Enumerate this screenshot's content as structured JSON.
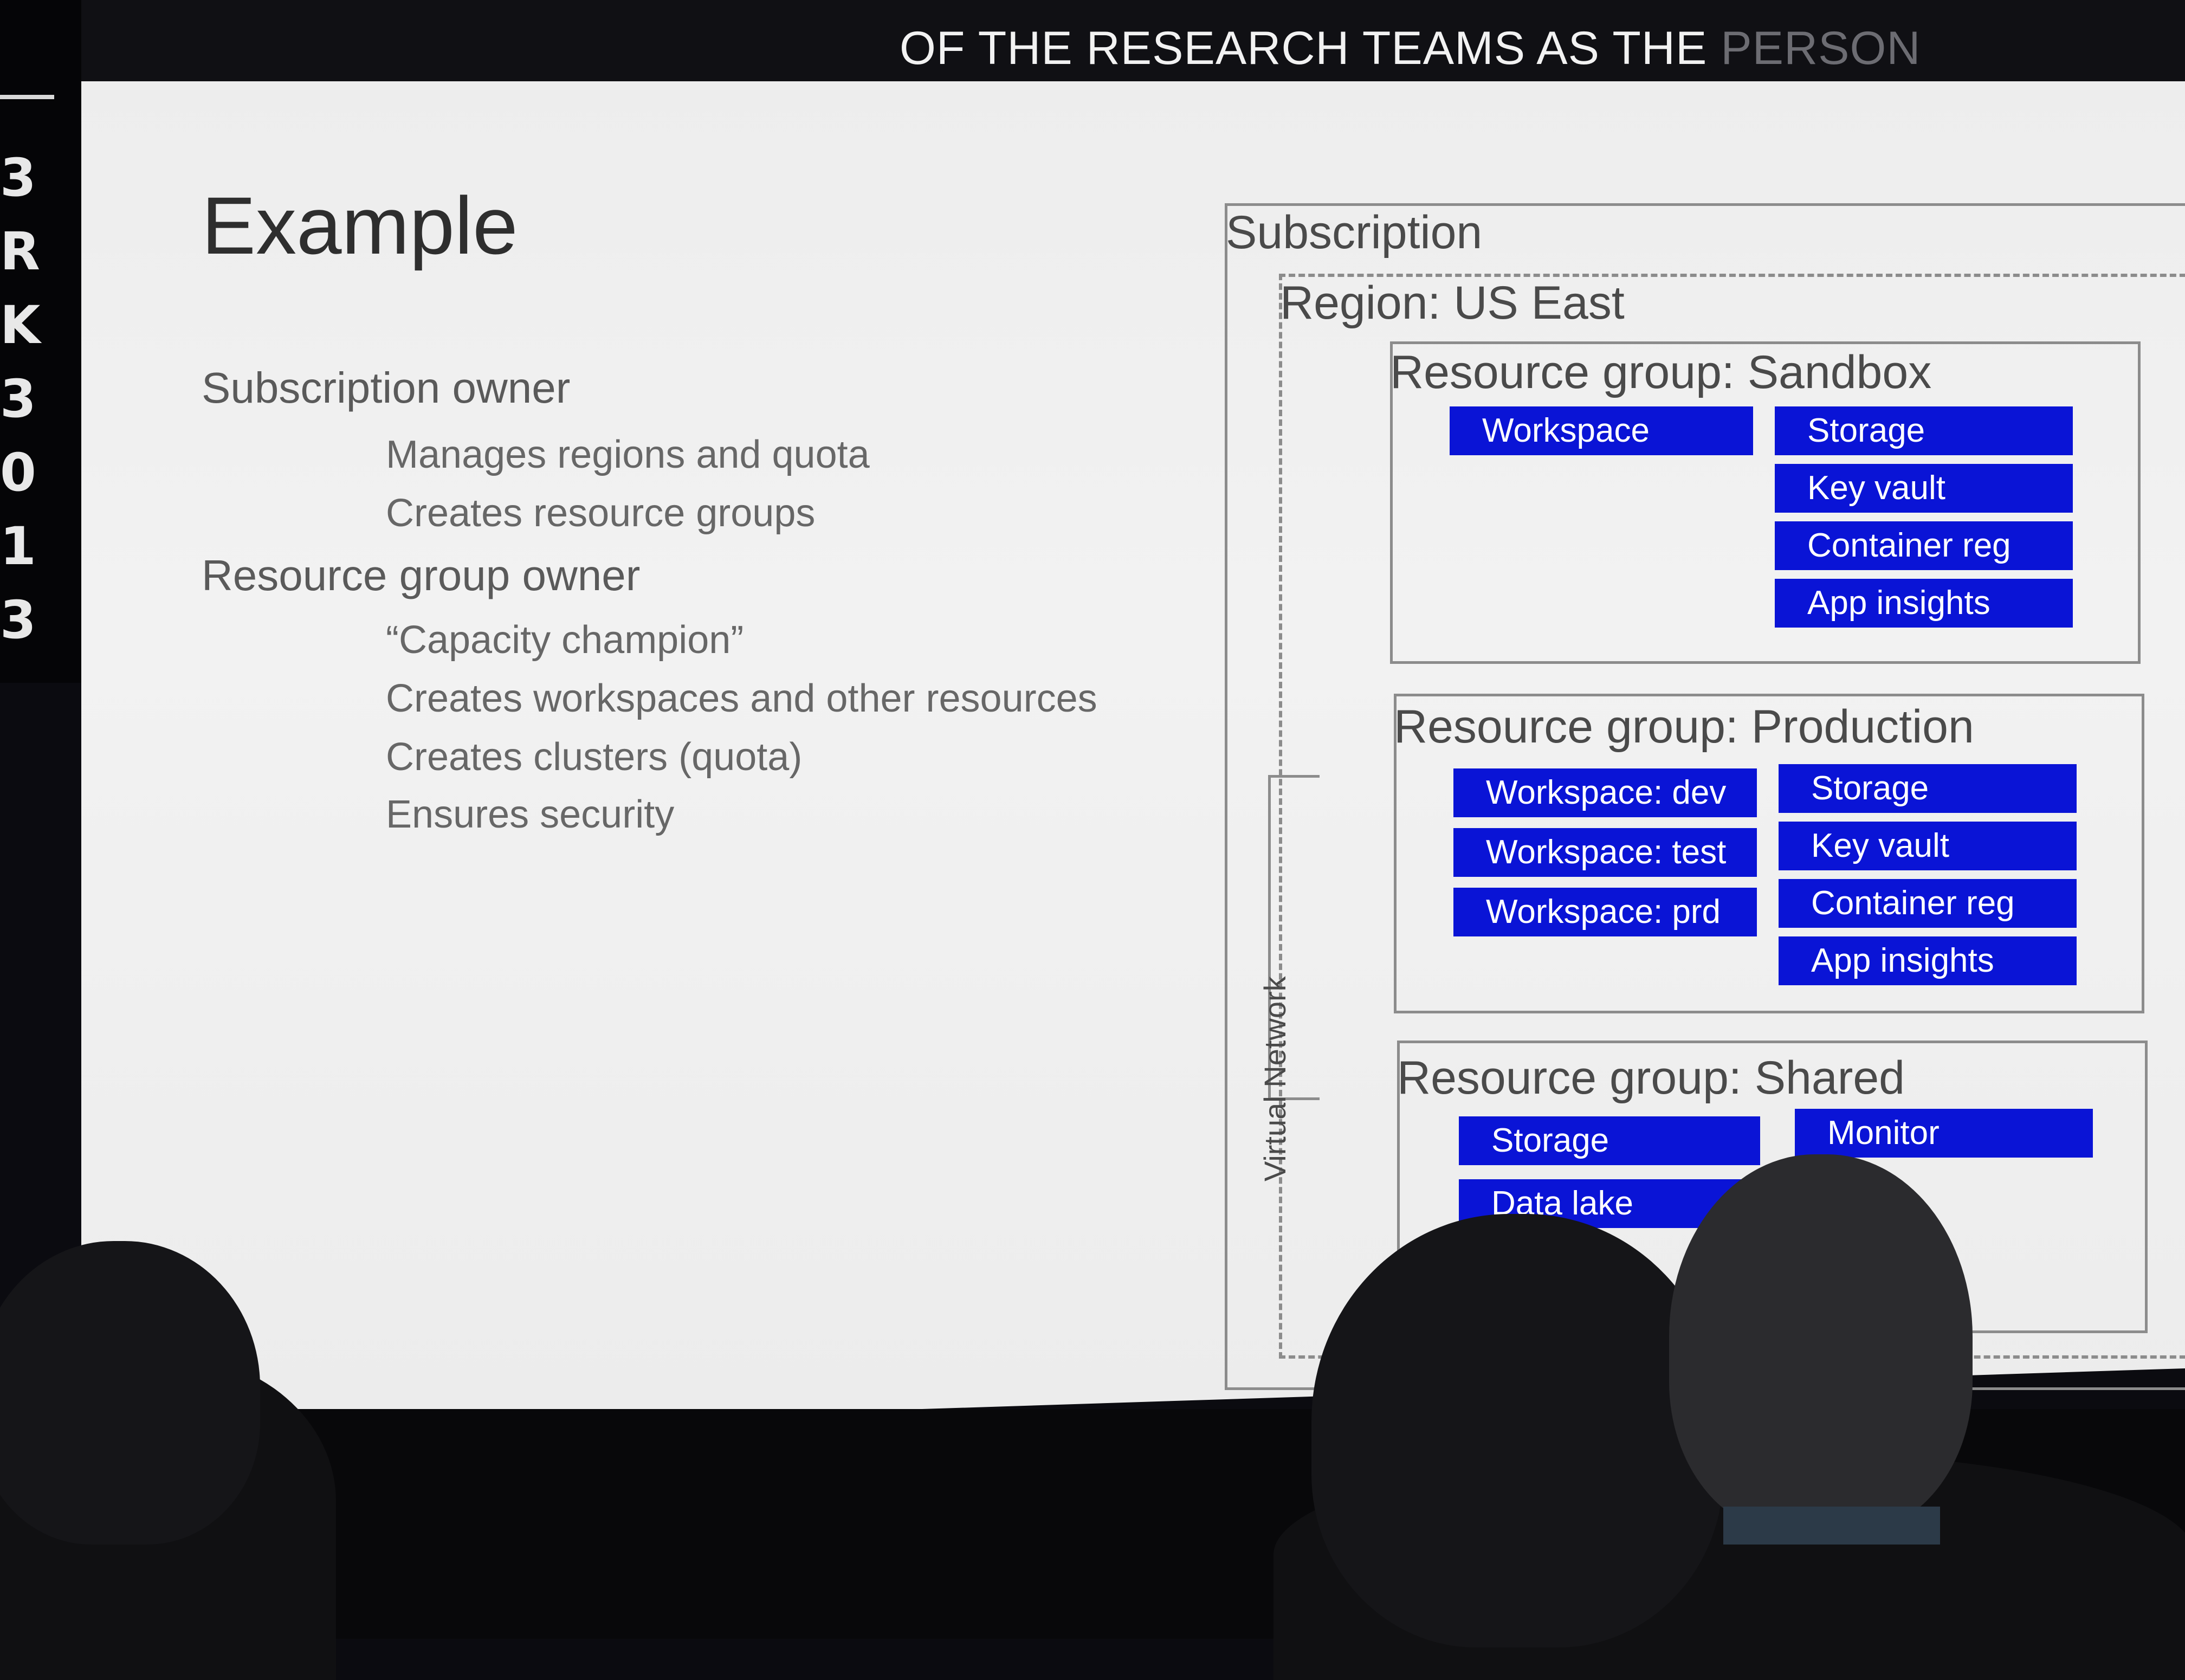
{
  "caption": {
    "line_visible": "OF THE RESEARCH TEAMS AS THE",
    "line_faded": "PERSON"
  },
  "side_letters": [
    "3",
    "R",
    "K",
    "3",
    "0",
    "1",
    "3"
  ],
  "slide": {
    "title": "Example",
    "roles": [
      {
        "name": "Subscription owner",
        "duties": [
          "Manages regions and quota",
          "Creates resource groups"
        ]
      },
      {
        "name": "Resource group owner",
        "duties": [
          "“Capacity champion”",
          "Creates workspaces and other resources",
          "Creates clusters (quota)",
          "Ensures security"
        ]
      }
    ]
  },
  "diagram": {
    "subscription_label": "Subscription",
    "region_label": "Region: US East",
    "virtual_network_label": "Virtual Network",
    "groups": [
      {
        "label": "Resource group: Sandbox",
        "left_tiles": [
          "Workspace"
        ],
        "right_tiles": [
          "Storage",
          "Key vault",
          "Container reg",
          "App insights"
        ]
      },
      {
        "label": "Resource group: Production",
        "left_tiles": [
          "Workspace: dev",
          "Workspace: test",
          "Workspace: prd"
        ],
        "right_tiles": [
          "Storage",
          "Key vault",
          "Container reg",
          "App insights"
        ]
      },
      {
        "label": "Resource group: Shared",
        "left_tiles": [
          "Storage",
          "Data lake"
        ],
        "right_tiles": [
          "Monitor"
        ]
      }
    ]
  },
  "colors": {
    "tile_blue": "#0a14d6",
    "slide_bg": "#efefef",
    "room_dark": "#0b0b10"
  }
}
